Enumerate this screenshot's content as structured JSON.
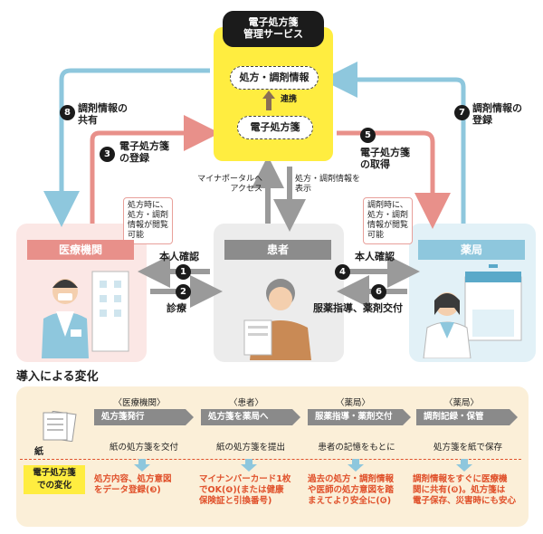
{
  "center": {
    "title_line1": "電子処方箋",
    "title_line2": "管理サービス",
    "prescription_info": "処方・調剤情報",
    "link_label": "連携",
    "e_prescription": "電子処方箋"
  },
  "nodes": {
    "hospital": "医療機関",
    "patient": "患者",
    "pharmacy": "薬局"
  },
  "callouts": {
    "hospital": [
      "処方時に、",
      "処方・調剤",
      "情報が閲覧",
      "可能"
    ],
    "pharmacy": [
      "調剤時に、",
      "処方・調剤",
      "情報が閲覧",
      "可能"
    ]
  },
  "flows": {
    "f8": {
      "num": "8",
      "line1": "調剤情報の",
      "line2": "共有"
    },
    "f3": {
      "num": "3",
      "line1": "電子処方箋",
      "line2": "の登録"
    },
    "f5": {
      "num": "5",
      "line1": "電子処方箋",
      "line2": "の取得"
    },
    "f7": {
      "num": "7",
      "line1": "調剤情報の",
      "line2": "登録"
    },
    "f1": {
      "num": "1",
      "label": "本人確認"
    },
    "f2": {
      "num": "2",
      "label": "診療"
    },
    "f4": {
      "num": "4",
      "label": "本人確認"
    },
    "f6": {
      "num": "6",
      "label": "服薬指導、薬剤交付"
    },
    "portal": {
      "line1": "マイナポータルへ",
      "line2": "アクセス"
    },
    "display": {
      "line1": "処方・調剤情報を",
      "line2": "表示"
    }
  },
  "changes": {
    "title": "導入による変化",
    "paper_label": "紙",
    "e_label_line1": "電子処方箋",
    "e_label_line2": "での変化",
    "columns": [
      {
        "header": "〈医療機関〉",
        "step": "処方箋発行",
        "paper": "紙の処方箋を交付",
        "e_line1": "処方内容、処方意図",
        "e_line2": "をデータ登録(❸)",
        "e_line3": ""
      },
      {
        "header": "〈患者〉",
        "step": "処方箋を薬局へ",
        "paper": "紙の処方箋を提出",
        "e_line1": "マイナンバーカード1枚",
        "e_line2": "でOK(❹)(または健康",
        "e_line3": "保険証と引換番号)"
      },
      {
        "header": "〈薬局〉",
        "step": "服薬指導・薬剤交付",
        "paper": "患者の記憶をもとに",
        "e_line1": "過去の処方・調剤情報",
        "e_line2": "や医師の処方意図を踏",
        "e_line3": "まえてより安全に(❻)"
      },
      {
        "header": "〈薬局〉",
        "step": "調剤記録・保管",
        "paper": "処方箋を紙で保存",
        "e_line1": "調剤情報をすぐに医療機",
        "e_line2": "関に共有(❽)。処方箋は",
        "e_line3": "電子保存、災害時にも安心"
      }
    ]
  },
  "colors": {
    "center_yellow": "#ffed40",
    "hospital_header": "#e8908a",
    "patient_header": "#8c8c8c",
    "pharmacy_header": "#8ec7dd",
    "arrow_blue": "#8ec7dd",
    "arrow_pink": "#e8908a",
    "arrow_gray": "#9a9a9a",
    "bottom_bg": "#fbefd8",
    "orange_text": "#e0502a"
  }
}
